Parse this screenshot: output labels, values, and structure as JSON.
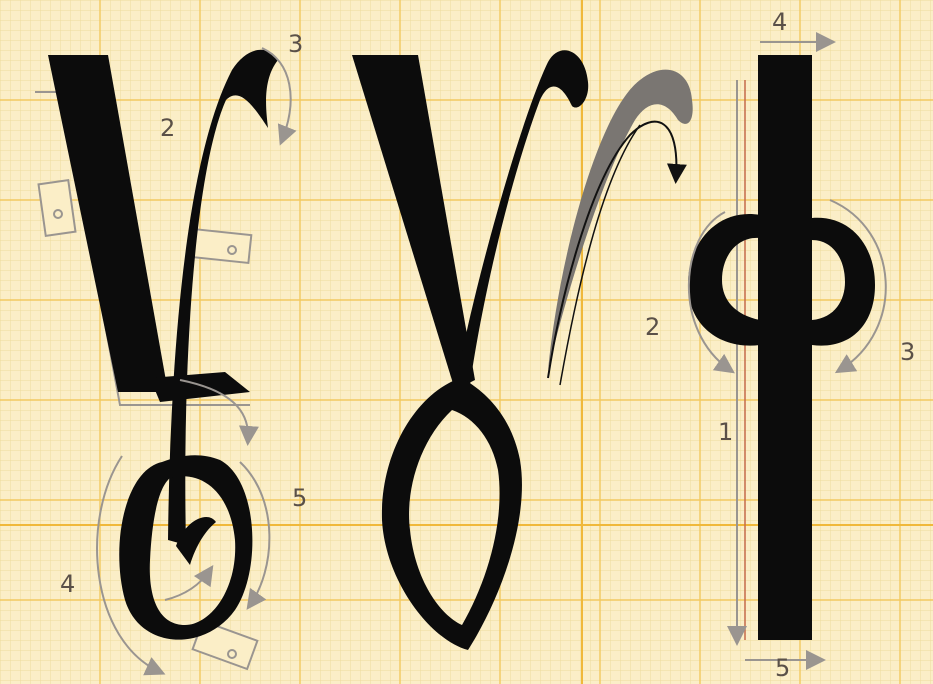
{
  "colors": {
    "paper": "#fbeec7",
    "grid_minor": "#eedc9e",
    "grid_major": "#f0c35a",
    "ink": "#0c0c0c",
    "guide_gray": "#9a9590",
    "pen_gray": "#7a7672"
  },
  "letters": [
    {
      "name": "gamma-construction",
      "stroke_labels": [
        {
          "id": "g1-2",
          "text": "2"
        },
        {
          "id": "g1-3",
          "text": "3"
        },
        {
          "id": "g1-4",
          "text": "4"
        },
        {
          "id": "g1-5",
          "text": "5"
        }
      ]
    },
    {
      "name": "gamma-finished",
      "stroke_labels": []
    },
    {
      "name": "phi",
      "stroke_labels": [
        {
          "id": "p-1",
          "text": "1"
        },
        {
          "id": "p-2",
          "text": "2"
        },
        {
          "id": "p-3",
          "text": "3"
        },
        {
          "id": "p-4",
          "text": "4"
        },
        {
          "id": "p-5",
          "text": "5"
        }
      ]
    }
  ]
}
